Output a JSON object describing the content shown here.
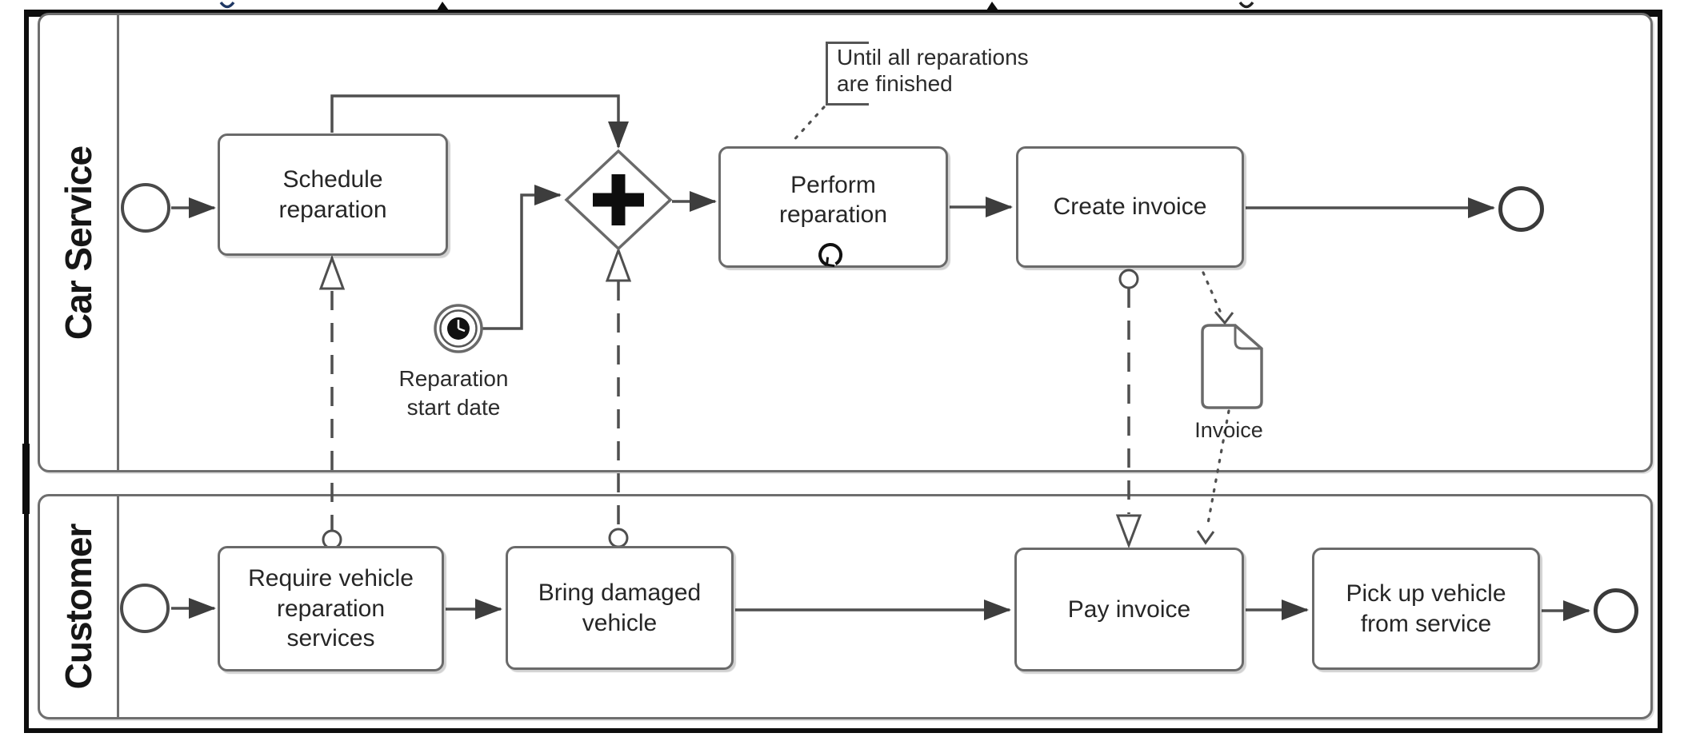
{
  "pools": [
    {
      "label": "Car Service",
      "nodes": {
        "schedule_task": "Schedule\nreparation",
        "perform_task": "Perform\nreparation",
        "create_invoice_task": "Create invoice",
        "timer_event_label": "Reparation\nstart date",
        "annotation_text": "Until all reparations\nare finished",
        "invoice_document_label": "Invoice"
      }
    },
    {
      "label": "Customer",
      "nodes": {
        "require_task": "Require vehicle\nreparation\nservices",
        "bring_task": "Bring damaged\nvehicle",
        "pay_task": "Pay invoice",
        "pickup_task": "Pick up vehicle\nfrom service"
      }
    }
  ],
  "icons": {
    "timer_event": "clock-icon",
    "parallel_gateway": "plus-gateway-icon",
    "loop_marker": "loop-arrow-icon",
    "invoice_document": "document-icon",
    "message_flow_source": "circle-source-icon",
    "message_flow_arrowhead": "open-triangle-icon"
  },
  "colors": {
    "line": "#4f4f4f",
    "box_border": "#6a6a6a",
    "pool_border": "#6e6e6e",
    "text": "#262626",
    "frame": "#0d0d0d",
    "artifact_blue": "#1f3864",
    "background": "#ffffff"
  }
}
